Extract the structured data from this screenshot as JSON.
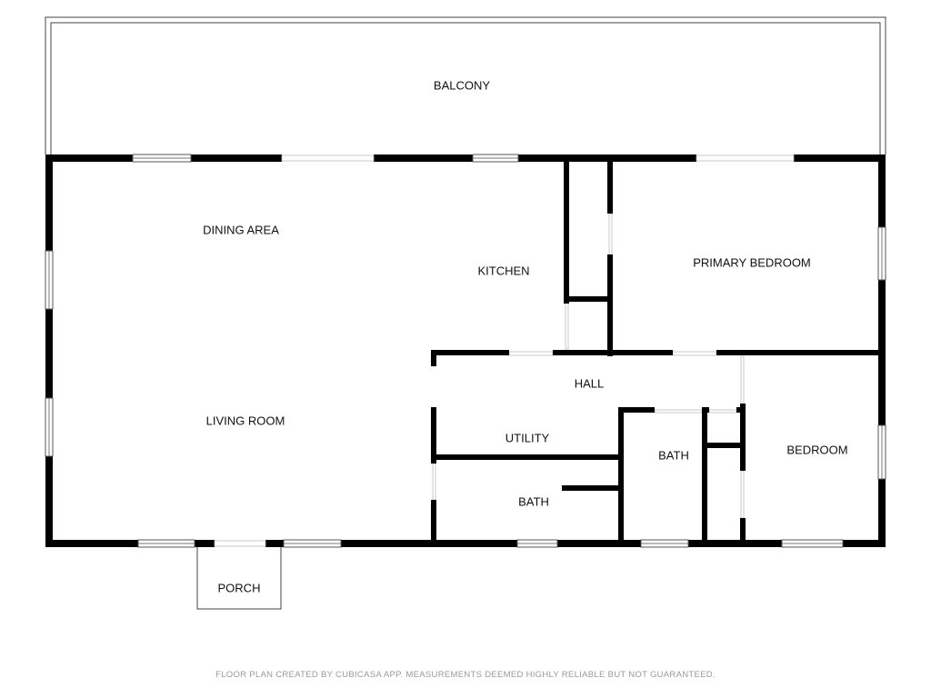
{
  "rooms": {
    "balcony": "BALCONY",
    "dining_area": "DINING AREA",
    "kitchen": "KITCHEN",
    "primary_bedroom": "PRIMARY BEDROOM",
    "hall": "HALL",
    "living_room": "LIVING ROOM",
    "utility": "UTILITY",
    "bath_1": "BATH",
    "bath_2": "BATH",
    "bedroom": "BEDROOM",
    "porch": "PORCH"
  },
  "footer": {
    "disclaimer": "FLOOR PLAN CREATED BY CUBICASA APP. MEASUREMENTS DEEMED HIGHLY RELIABLE BUT NOT GUARANTEED."
  },
  "colors": {
    "wall": "#000000",
    "background": "#ffffff",
    "disclaimer_text": "#9a9a9a"
  }
}
